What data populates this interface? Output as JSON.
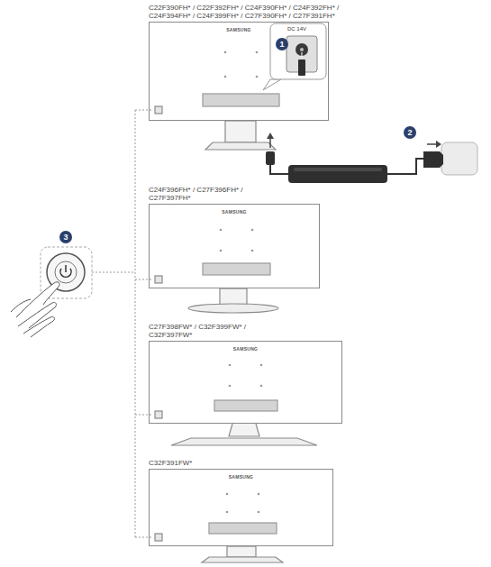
{
  "diagram": {
    "nodes": [
      {
        "text": [
          "C22F390FH* / C22F392FH* / C24F390FH* / C24F392FH* / C24F394FH* / C24F399FH* / C27F390FH* / C27F391FH*",
          "SAMSUNG"
        ]
      },
      {
        "text": [
          "C24F396FH* / C27F396FH* / C27F397FH*",
          "SAMSUNG"
        ]
      },
      {
        "text": [
          "C27F398FW* / C32F399FW* / C32F397FW*",
          "SAMSUNG"
        ]
      },
      {
        "text": [
          "C32F391FW*",
          "SAMSUNG"
        ]
      }
    ],
    "labels": [
      "1",
      "2",
      "3",
      "DC 14V"
    ]
  }
}
